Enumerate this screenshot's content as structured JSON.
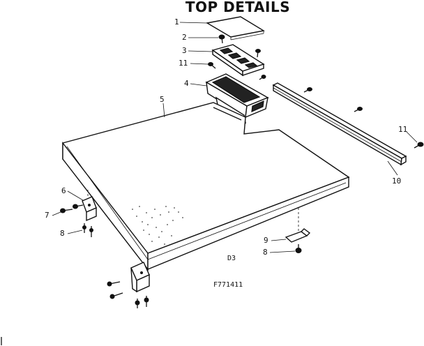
{
  "title": "TOP DETAILS",
  "callouts": {
    "c1": "1",
    "c2": "2",
    "c3": "3",
    "c11a": "11",
    "c4": "4",
    "c5": "5",
    "c11b": "11",
    "c10": "10",
    "c6": "6",
    "c7": "7",
    "c8a": "8",
    "c9": "9",
    "c8b": "8"
  },
  "figure_code": "D3",
  "drawing_number": "F771411"
}
